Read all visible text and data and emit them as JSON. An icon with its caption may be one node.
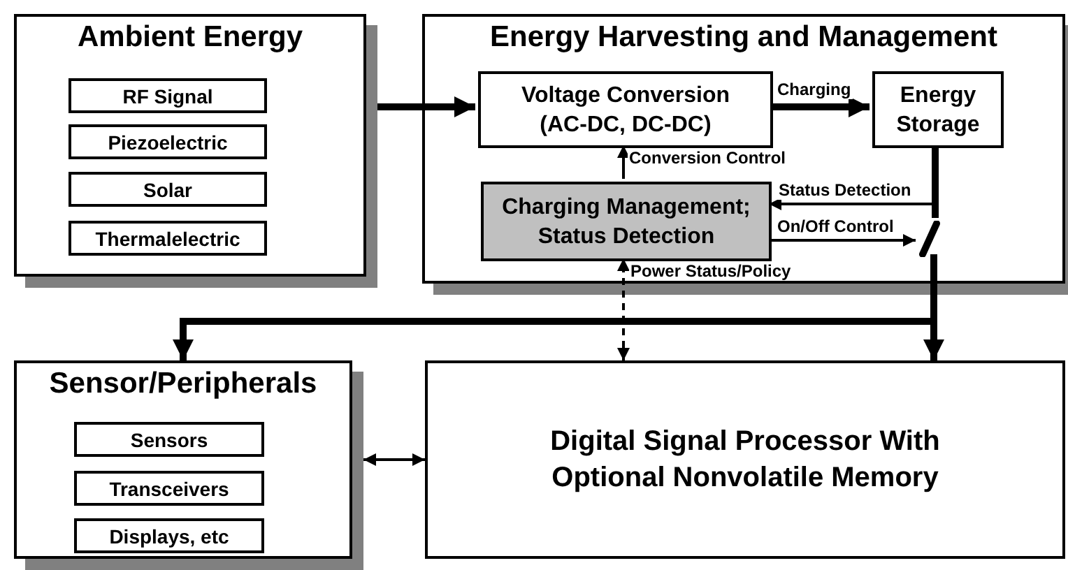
{
  "diagram": {
    "nodes": [
      {
        "text": [
          "Ambient Energy"
        ]
      },
      {
        "text": [
          "RF Signal"
        ],
        "in": 0
      },
      {
        "text": [
          "Piezoelectric"
        ],
        "in": 0
      },
      {
        "text": [
          "Solar"
        ],
        "in": 0
      },
      {
        "text": [
          "Thermalelectric"
        ],
        "in": 0
      },
      {
        "text": [
          "Energy Harvesting and Management"
        ]
      },
      {
        "text": [
          "Voltage Conversion (AC-DC, DC-DC)"
        ],
        "in": 5
      },
      {
        "text": [
          "Energy Storage"
        ],
        "in": 5
      },
      {
        "text": [
          "Charging Management; Status Detection"
        ],
        "in": 5
      },
      {
        "text": [],
        "shape": "switch",
        "in": 5
      },
      {
        "text": [
          "Sensor/Peripherals"
        ]
      },
      {
        "text": [
          "Sensors"
        ],
        "in": 10
      },
      {
        "text": [
          "Transceivers"
        ],
        "in": 10
      },
      {
        "text": [
          "Displays, etc"
        ],
        "in": 10
      },
      {
        "text": [
          "Digital Signal Processor With Optional Nonvolatile Memory"
        ]
      }
    ],
    "edges": [
      {
        "from": 0,
        "to": 6,
        "arrow": "to",
        "style": "thick"
      },
      {
        "from": 6,
        "to": 7,
        "arrow": "to",
        "style": "thick",
        "label": "Charging"
      },
      {
        "from": 8,
        "to": 6,
        "arrow": "to",
        "label": "Conversion Control"
      },
      {
        "from": 7,
        "to": 8,
        "arrow": "to",
        "label": "Status Detection"
      },
      {
        "from": 8,
        "to": 9,
        "arrow": "to",
        "label": "On/Off Control"
      },
      {
        "from": 7,
        "to": 9,
        "arrow": "none",
        "style": "thick"
      },
      {
        "from": 9,
        "to": 14,
        "arrow": "to",
        "style": "thick"
      },
      {
        "from": 9,
        "to": 10,
        "arrow": "to",
        "style": "thick"
      },
      {
        "from": 14,
        "to": 8,
        "arrow": "both",
        "style": "dashed",
        "label": "Power Status/Policy"
      },
      {
        "from": 10,
        "to": 14,
        "arrow": "both"
      }
    ]
  }
}
